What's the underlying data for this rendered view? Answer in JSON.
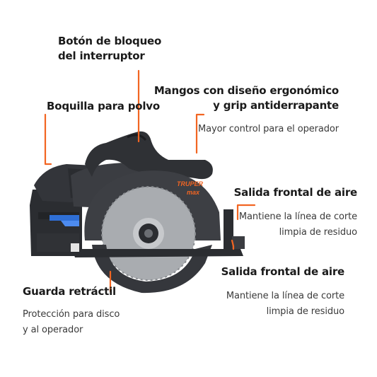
{
  "callouts": {
    "lock_button": {
      "title_line1": "Botón de bloqueo",
      "title_line2": "del interruptor"
    },
    "dust_nozzle": {
      "title": "Boquilla para polvo"
    },
    "handles": {
      "title_line1": "Mangos con diseño ergonómico",
      "title_line2": "y grip antiderrapante",
      "desc": "Mayor control para el operador"
    },
    "air_outlet_1": {
      "title": "Salida frontal de aire",
      "desc_line1": "Mantiene la línea de corte",
      "desc_line2": "limpia de residuo"
    },
    "air_outlet_2": {
      "title": "Salida frontal de aire",
      "desc_line1": "Mantiene la línea de corte",
      "desc_line2": "limpia de residuo"
    },
    "guard": {
      "title": "Guarda retráctil",
      "desc_line1": "Protección para disco",
      "desc_line2": "y al operador"
    }
  },
  "product": {
    "brand_top": "TRUPER",
    "brand_bottom": "max"
  },
  "colors": {
    "accent": "#f26522",
    "body": "#3b3d42",
    "battery_blue": "#2f6fd6",
    "blade": "#a9acb0"
  }
}
